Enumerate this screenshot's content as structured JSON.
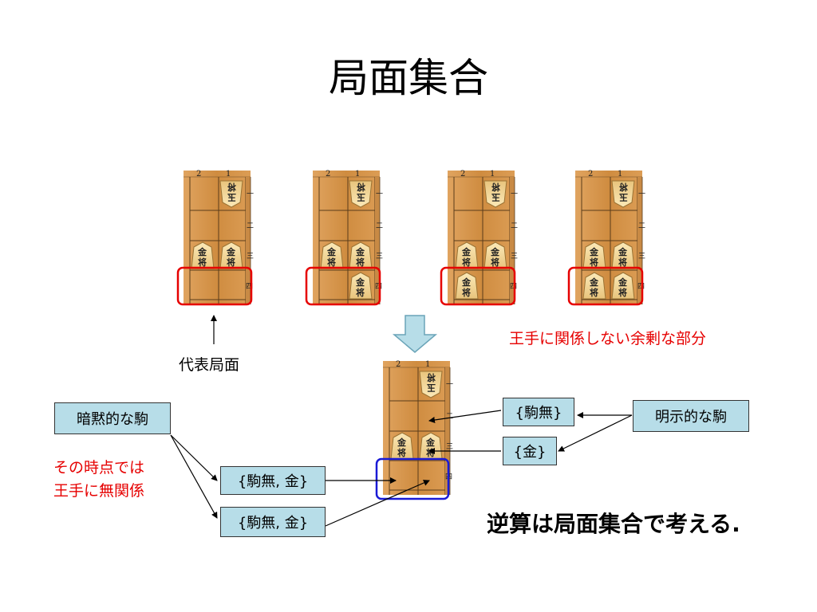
{
  "title": "局面集合",
  "board": {
    "file_labels": [
      "2",
      "1"
    ],
    "rank_labels": [
      "一",
      "二",
      "三",
      "四"
    ],
    "king_chars": [
      "玉",
      "将"
    ],
    "gold_chars": [
      "金",
      "将"
    ]
  },
  "labels": {
    "representative": "代表局面",
    "redundant_note": "王手に関係しない余剰な部分",
    "implicit_note_line1": "その時点では",
    "implicit_note_line2": "王手に無関係"
  },
  "boxes": {
    "implicit": "暗黙的な駒",
    "explicit": "明示的な駒",
    "set_empty": "{駒無}",
    "set_gold": "{金}",
    "set_both_1": "{駒無, 金}",
    "set_both_2": "{駒無, 金}"
  },
  "conclusion": "逆算は局面集合で考える.",
  "colors": {
    "red_highlight": "#e60000",
    "blue_highlight": "#1a1ad6",
    "box_fill": "#b7dde8",
    "arrow_fill": "#b7dde8",
    "board_wood": "#d4944a"
  }
}
